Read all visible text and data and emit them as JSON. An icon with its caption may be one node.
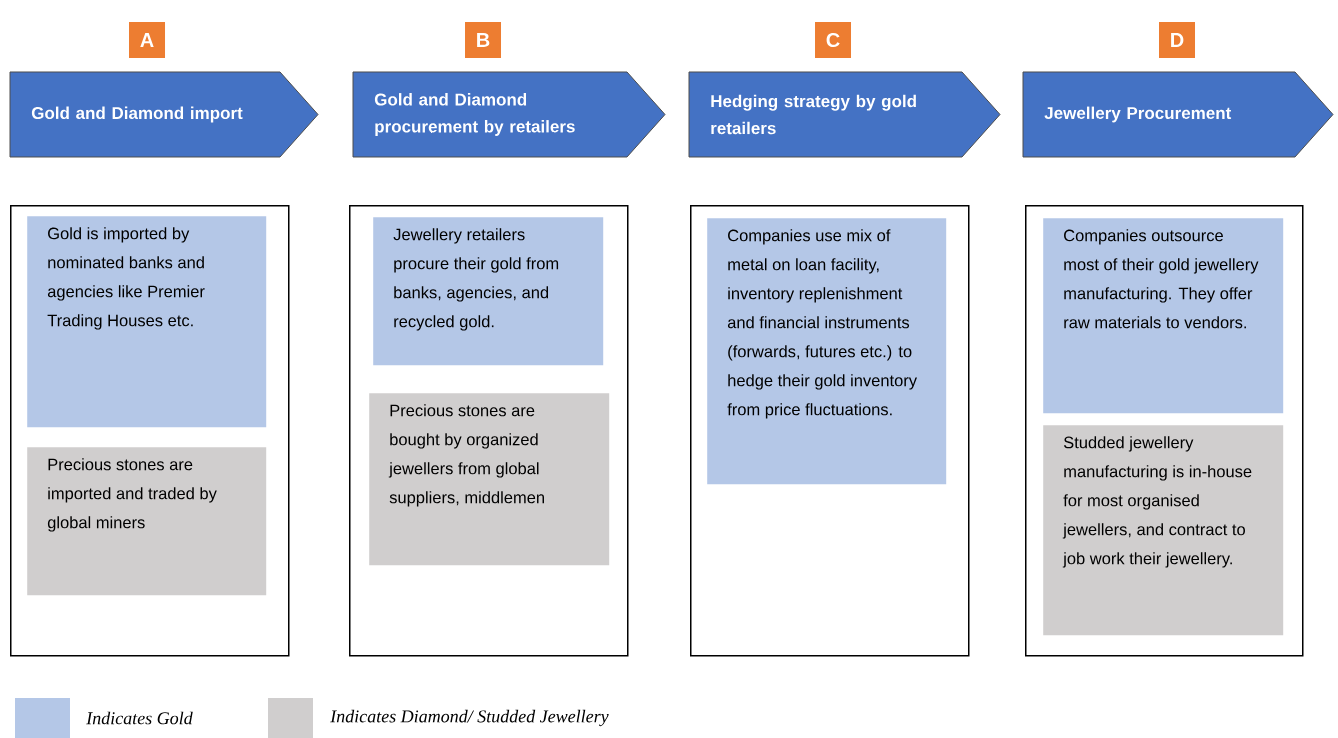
{
  "diagram": {
    "nodes": [
      {
        "text": [
          "A"
        ]
      },
      {
        "text": [
          "B"
        ]
      },
      {
        "text": [
          "C"
        ]
      },
      {
        "text": [
          "D"
        ]
      },
      {
        "text": [
          "Gold and Diamond import"
        ]
      },
      {
        "text": [
          "Gold and Diamond procurement by retailers"
        ]
      },
      {
        "text": [
          "Hedging strategy by gold retailers"
        ]
      },
      {
        "text": [
          "Jewellery Procurement"
        ]
      },
      {
        "text": [],
        "shape": "box"
      },
      {
        "text": [],
        "shape": "box"
      },
      {
        "text": [],
        "shape": "box"
      },
      {
        "text": [],
        "shape": "box"
      },
      {
        "text": [
          "Gold is imported by nominated banks and agencies like Premier Trading Houses etc."
        ],
        "in": 8
      },
      {
        "text": [
          "Precious stones are imported and traded by global miners"
        ],
        "in": 8
      },
      {
        "text": [
          "Jewellery retailers procure their gold from banks, agencies, and recycled gold."
        ],
        "in": 9
      },
      {
        "text": [
          "Precious stones are bought by organized jewellers from global suppliers, middlemen"
        ],
        "in": 9
      },
      {
        "text": [
          "Companies use mix of metal on loan facility, inventory replenishment and financial instruments (forwards, futures etc.) to hedge their gold inventory from price fluctuations."
        ],
        "in": 10
      },
      {
        "text": [
          "Companies outsource most of their gold jewellery manufacturing. They offer raw materials to vendors."
        ],
        "in": 11
      },
      {
        "text": [
          "Studded jewellery manufacturing is in-house for most organised jewellers, and contract to job work their jewellery."
        ],
        "in": 11
      }
    ],
    "legend": [
      {
        "text": "Indicates Gold",
        "color": "#b4c7e7"
      },
      {
        "text": "Indicates Diamond/ Studded Jewellery",
        "color": "#d0cece"
      }
    ]
  }
}
